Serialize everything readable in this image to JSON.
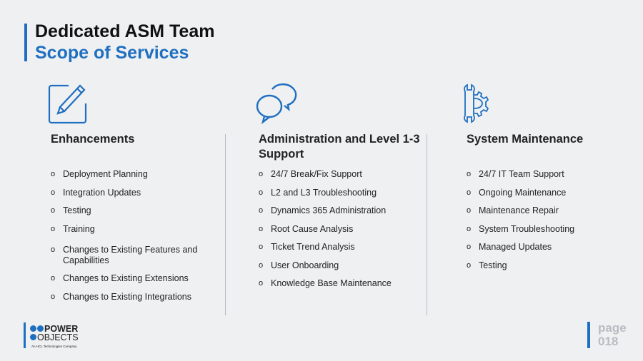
{
  "header": {
    "title": "Dedicated ASM Team",
    "subtitle": "Scope of Services"
  },
  "columns": [
    {
      "icon": "pencil-square-icon",
      "heading": "Enhancements",
      "items": [
        "Deployment Planning",
        "Integration Updates",
        "Testing",
        "Training",
        "Changes to Existing Features and Capabilities",
        "Changes to Existing Extensions",
        "Changes to Existing Integrations"
      ]
    },
    {
      "icon": "chat-bubbles-icon",
      "heading": "Administration and Level 1-3 Support",
      "items": [
        "24/7 Break/Fix Support",
        "L2 and L3 Troubleshooting",
        "Dynamics 365 Administration",
        "Root Cause Analysis",
        "Ticket Trend Analysis",
        "User Onboarding",
        "Knowledge Base Maintenance"
      ]
    },
    {
      "icon": "wrench-gear-icon",
      "heading": "System Maintenance",
      "items": [
        "24/7 IT Team Support",
        "Ongoing Maintenance",
        "Maintenance Repair",
        "System Troubleshooting",
        "Managed Updates",
        "Testing"
      ]
    }
  ],
  "footer": {
    "logo_line1": "POWER",
    "logo_line2": "OBJECTS",
    "logo_tagline": "An HCL Technologies Company",
    "page_label": "page",
    "page_number": "018"
  },
  "colors": {
    "accent": "#1f6fc0",
    "background": "#eff0f2"
  }
}
